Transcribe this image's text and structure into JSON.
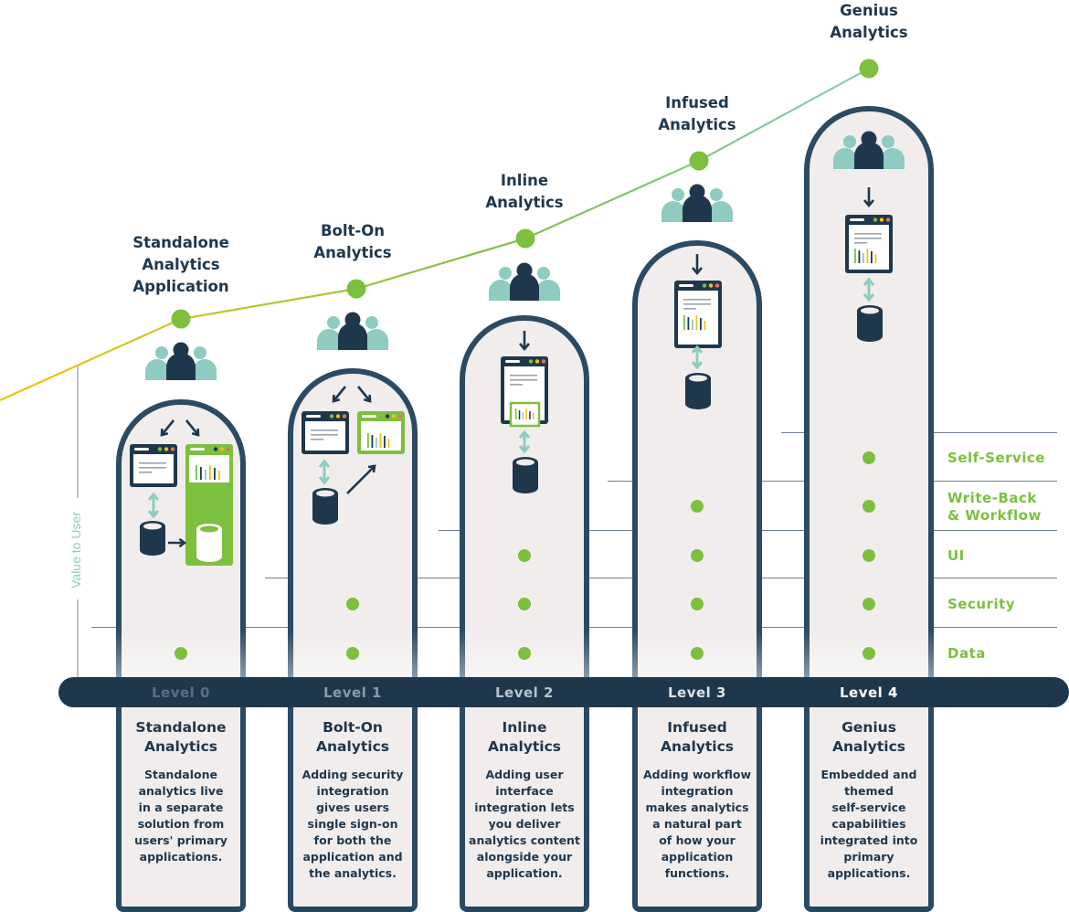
{
  "axis": {
    "y_label": "Value to User"
  },
  "colors": {
    "navy": "#1f374c",
    "pillar_border": "#2b4a63",
    "pillar_fill": "#f1eded",
    "green": "#7dbf3f",
    "teal": "#8ecbc0",
    "yellow": "#f2c30f",
    "red": "#e8715f"
  },
  "capabilities": [
    "Self-Service",
    "Write-Back\n& Workflow",
    "UI",
    "Security",
    "Data"
  ],
  "capability_labels": {
    "self_service": "Self-Service",
    "write_back_1": "Write-Back",
    "write_back_2": "& Workflow",
    "ui": "UI",
    "security": "Security",
    "data": "Data"
  },
  "levels": [
    {
      "level": "Level 0",
      "top_title": [
        "Standalone",
        "Analytics",
        "Application"
      ],
      "desc_title": [
        "Standalone",
        "Analytics"
      ],
      "description": [
        "Standalone",
        "analytics live",
        "in a separate",
        "solution from",
        "users' primary",
        "applications."
      ],
      "capabilities_present": [
        "Data"
      ],
      "value_rank": 1
    },
    {
      "level": "Level 1",
      "top_title": [
        "Bolt-On",
        "Analytics"
      ],
      "desc_title": [
        "Bolt-On",
        "Analytics"
      ],
      "description": [
        "Adding security",
        "integration",
        "gives users",
        "single sign-on",
        "for both the",
        "application and",
        "the analytics."
      ],
      "capabilities_present": [
        "Data",
        "Security"
      ],
      "value_rank": 2
    },
    {
      "level": "Level 2",
      "top_title": [
        "Inline",
        "Analytics"
      ],
      "desc_title": [
        "Inline",
        "Analytics"
      ],
      "description": [
        "Adding user",
        "interface",
        "integration lets",
        "you deliver",
        "analytics content",
        "alongside your",
        "application."
      ],
      "capabilities_present": [
        "Data",
        "Security",
        "UI"
      ],
      "value_rank": 3
    },
    {
      "level": "Level 3",
      "top_title": [
        "Infused",
        "Analytics"
      ],
      "desc_title": [
        "Infused",
        "Analytics"
      ],
      "description": [
        "Adding workflow",
        "integration",
        "makes analytics",
        "a natural part",
        "of how your",
        "application",
        "functions."
      ],
      "capabilities_present": [
        "Data",
        "Security",
        "UI",
        "Write-Back & Workflow"
      ],
      "value_rank": 4
    },
    {
      "level": "Level 4",
      "top_title": [
        "Genius",
        "Analytics"
      ],
      "desc_title": [
        "Genius",
        "Analytics"
      ],
      "description": [
        "Embedded and",
        "themed",
        "self-service",
        "capabilities",
        "integrated into",
        "primary",
        "applications."
      ],
      "capabilities_present": [
        "Data",
        "Security",
        "UI",
        "Write-Back & Workflow",
        "Self-Service"
      ],
      "value_rank": 5
    }
  ]
}
